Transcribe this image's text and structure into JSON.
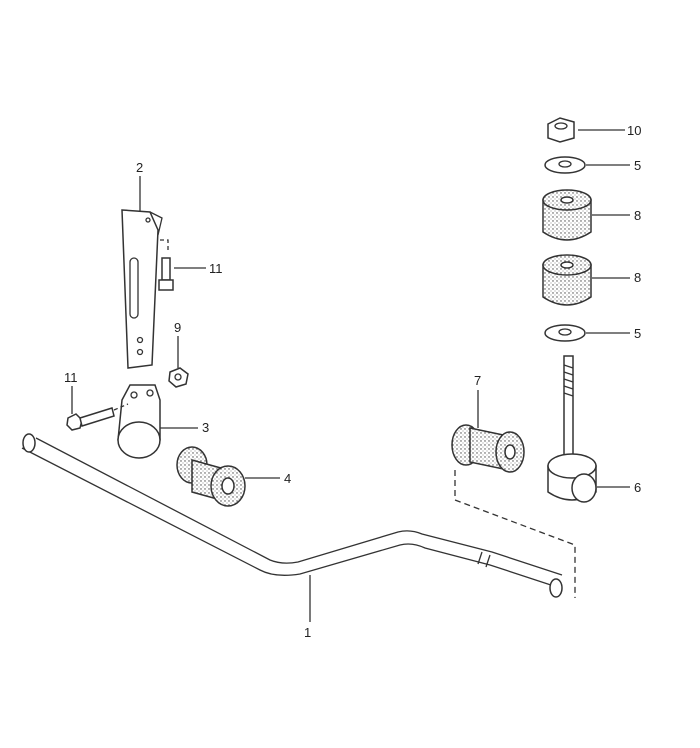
{
  "diagram": {
    "type": "exploded parts diagram",
    "callouts": [
      {
        "id": "label-1",
        "text": "1",
        "part": "stabilizer-bar"
      },
      {
        "id": "label-2",
        "text": "2",
        "part": "bracket"
      },
      {
        "id": "label-3",
        "text": "3",
        "part": "clamp"
      },
      {
        "id": "label-4",
        "text": "4",
        "part": "bar-bushing"
      },
      {
        "id": "label-5a",
        "text": "5",
        "part": "washer-top"
      },
      {
        "id": "label-5b",
        "text": "5",
        "part": "washer-bottom"
      },
      {
        "id": "label-6",
        "text": "6",
        "part": "link"
      },
      {
        "id": "label-7",
        "text": "7",
        "part": "link-bushing"
      },
      {
        "id": "label-8a",
        "text": "8",
        "part": "rubber-bushing-upper"
      },
      {
        "id": "label-8b",
        "text": "8",
        "part": "rubber-bushing-lower"
      },
      {
        "id": "label-9",
        "text": "9",
        "part": "nut-small"
      },
      {
        "id": "label-10",
        "text": "10",
        "part": "nut-top"
      },
      {
        "id": "label-11a",
        "text": "11",
        "part": "bolt-clamp"
      },
      {
        "id": "label-11b",
        "text": "11",
        "part": "bolt-bracket"
      }
    ],
    "colors": {
      "line": "#333333",
      "background": "#ffffff"
    }
  }
}
